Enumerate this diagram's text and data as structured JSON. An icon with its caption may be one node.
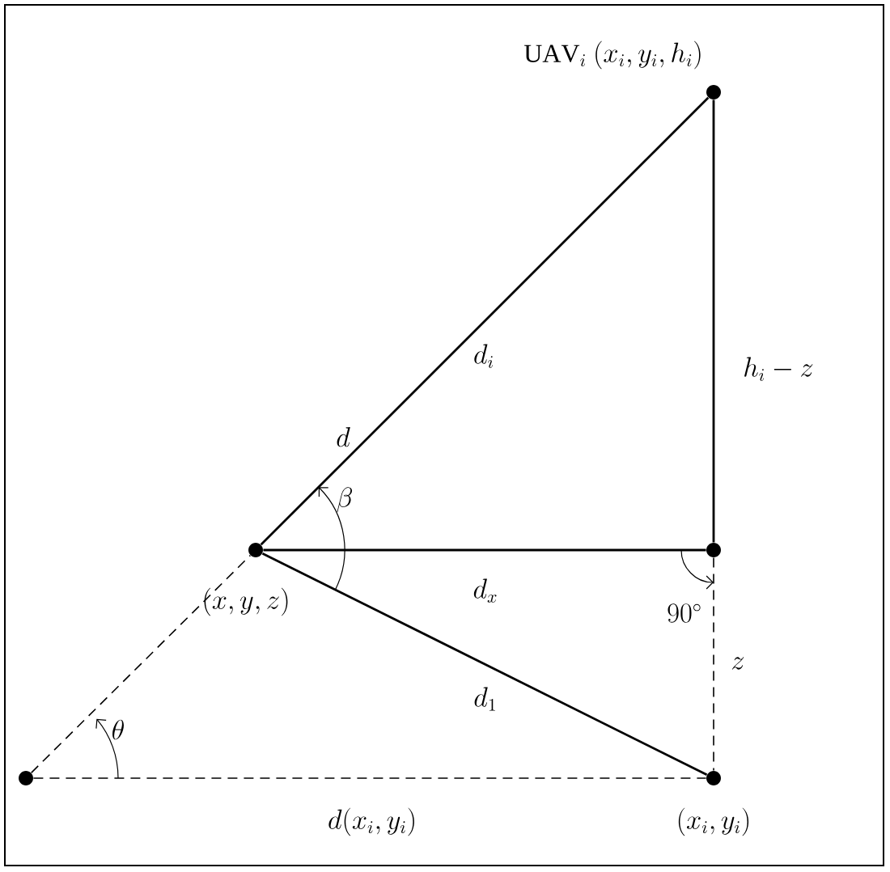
{
  "diagram": {
    "nodes": [
      {
        "text": [],
        "shape": "circle",
        "beside": [
          "\\mathrm{UAV}_i\\ (x_i, y_i, h_i)"
        ]
      },
      {
        "text": [],
        "shape": "circle",
        "beside": [
          "(x, y, z)"
        ]
      },
      {
        "text": [],
        "shape": "circle"
      },
      {
        "text": [],
        "shape": "circle"
      },
      {
        "text": [],
        "shape": "circle",
        "beside": [
          "(x_i, y_i)"
        ]
      }
    ],
    "edges": [
      {
        "from": 1,
        "to": 0,
        "arrow": "none",
        "label": "d_i"
      },
      {
        "from": 0,
        "to": 2,
        "arrow": "none",
        "label": "h_i - z"
      },
      {
        "from": 1,
        "to": 2,
        "arrow": "none",
        "label": "d_x"
      },
      {
        "from": 1,
        "to": 4,
        "arrow": "none",
        "label": "d_1"
      },
      {
        "from": 2,
        "to": 4,
        "arrow": "none",
        "style": "dashed",
        "label": "z"
      },
      {
        "from": 3,
        "to": 4,
        "arrow": "none",
        "style": "dashed",
        "label": "d(x_i, y_i)"
      },
      {
        "from": 3,
        "to": 1,
        "arrow": "none",
        "style": "dashed"
      }
    ],
    "labels": [
      "d",
      "\\beta",
      "90^\\circ",
      "\\theta"
    ]
  }
}
